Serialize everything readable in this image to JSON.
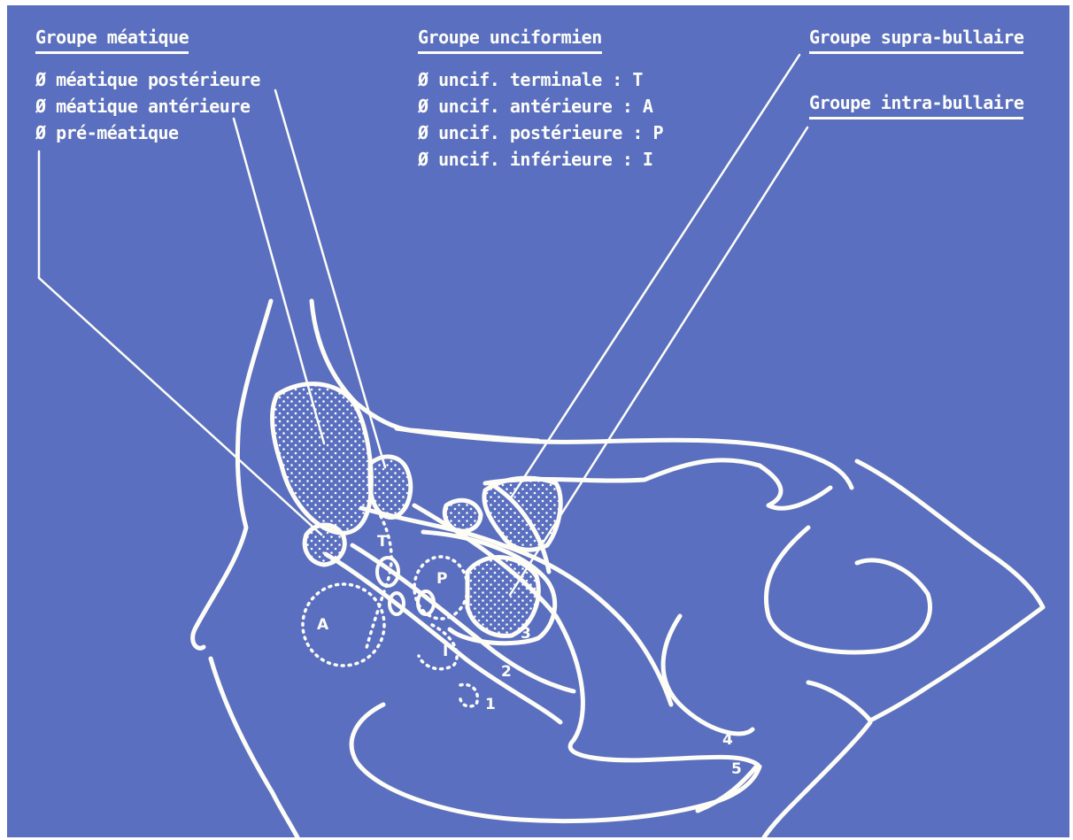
{
  "headers": {
    "meatique": "Groupe méatique",
    "unciformien": "Groupe unciformien",
    "supra_bullaire": "Groupe supra-bullaire",
    "intra_bullaire": "Groupe intra-bullaire"
  },
  "meatique_items": [
    "Ø méatique postérieure",
    "Ø méatique antérieure",
    "Ø pré-méatique"
  ],
  "unciformien_items": [
    "Ø uncif. terminale : T",
    "Ø uncif. antérieure : A",
    "Ø uncif. postérieure : P",
    "Ø uncif. inférieure : I"
  ],
  "diagram_labels": {
    "T": "T",
    "A": "A",
    "P": "P",
    "I": "I",
    "n1": "1",
    "n2": "2",
    "n3": "3",
    "n4": "4",
    "n5": "5"
  },
  "colors": {
    "background": "#5a6fc0",
    "line": "#fdfdf6"
  }
}
